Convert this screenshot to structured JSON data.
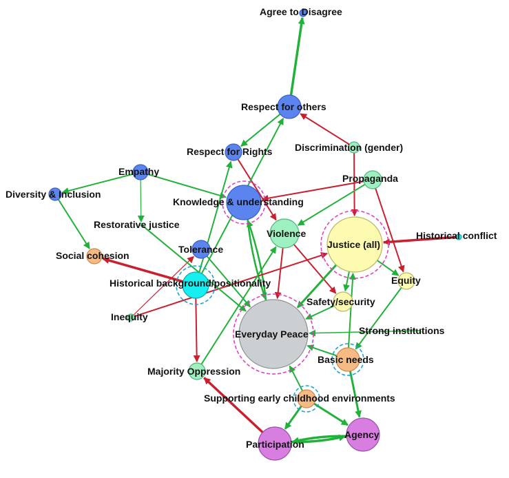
{
  "colors": {
    "green_edge": "#21b13a",
    "red_edge": "#c8202f",
    "blue_node": "#5b84ee",
    "mint_node": "#9ff0c0",
    "yellow_node": "#fdfbb0",
    "cyan_node": "#16eef0",
    "orange_node": "#f6bb85",
    "purple_node": "#d77ee0",
    "gray_node": "#cbcfd2",
    "pink_ring": "#e040c0",
    "teal_ring": "#1ca3d6"
  },
  "nodes": [
    {
      "id": "agree",
      "label": "Agree to Disagree",
      "color": "blue"
    },
    {
      "id": "respect_others",
      "label": "Respect for others",
      "color": "blue"
    },
    {
      "id": "respect_rights",
      "label": "Respect for Rights",
      "color": "blue"
    },
    {
      "id": "discrimination",
      "label": "Discrimination (gender)",
      "color": "mint"
    },
    {
      "id": "empathy",
      "label": "Empathy",
      "color": "blue"
    },
    {
      "id": "propaganda",
      "label": "Propaganda",
      "color": "mint"
    },
    {
      "id": "diversity",
      "label": "Diversity & Inclusion",
      "color": "blue"
    },
    {
      "id": "knowledge",
      "label": "Knowledge & understanding",
      "color": "blue"
    },
    {
      "id": "restorative",
      "label": "Restorative justice",
      "color": "mint"
    },
    {
      "id": "violence",
      "label": "Violence",
      "color": "mint"
    },
    {
      "id": "justice",
      "label": "Justice (all)",
      "color": "yellow"
    },
    {
      "id": "historical_conflict",
      "label": "Historical conflict",
      "color": "cyan"
    },
    {
      "id": "tolerance",
      "label": "Tolerance",
      "color": "blue"
    },
    {
      "id": "social_cohesion",
      "label": "Social cohesion",
      "color": "orange"
    },
    {
      "id": "historical_bg",
      "label": "Historical background/positionality",
      "color": "cyan"
    },
    {
      "id": "equity",
      "label": "Equity",
      "color": "yellow"
    },
    {
      "id": "inequity",
      "label": "Inequity",
      "color": "mint"
    },
    {
      "id": "safety",
      "label": "Safety/security",
      "color": "yellow"
    },
    {
      "id": "everyday_peace",
      "label": "Everyday Peace",
      "color": "gray"
    },
    {
      "id": "strong_institutions",
      "label": "Strong institutions",
      "color": "yellow"
    },
    {
      "id": "basic_needs",
      "label": "Basic needs",
      "color": "orange"
    },
    {
      "id": "majority_oppression",
      "label": "Majority Oppression",
      "color": "mint"
    },
    {
      "id": "early_childhood",
      "label": "Supporting early childhood environments",
      "color": "orange"
    },
    {
      "id": "participation",
      "label": "Participation",
      "color": "purple"
    },
    {
      "id": "agency",
      "label": "Agency",
      "color": "purple"
    }
  ],
  "edges": [
    {
      "from": "respect_others",
      "to": "agree",
      "type": "positive"
    },
    {
      "from": "discrimination",
      "to": "respect_others",
      "type": "negative"
    },
    {
      "from": "respect_others",
      "to": "respect_rights",
      "type": "positive"
    },
    {
      "from": "discrimination",
      "to": "justice",
      "type": "negative"
    },
    {
      "from": "respect_rights",
      "to": "violence",
      "type": "negative"
    },
    {
      "from": "empathy",
      "to": "diversity",
      "type": "positive"
    },
    {
      "from": "empathy",
      "to": "knowledge",
      "type": "positive"
    },
    {
      "from": "empathy",
      "to": "restorative",
      "type": "positive"
    },
    {
      "from": "diversity",
      "to": "social_cohesion",
      "type": "positive"
    },
    {
      "from": "propaganda",
      "to": "knowledge",
      "type": "negative"
    },
    {
      "from": "propaganda",
      "to": "violence",
      "type": "positive"
    },
    {
      "from": "propaganda",
      "to": "equity",
      "type": "negative"
    },
    {
      "from": "historical_conflict",
      "to": "justice",
      "type": "negative"
    },
    {
      "from": "knowledge",
      "to": "everyday_peace",
      "type": "positive"
    },
    {
      "from": "everyday_peace",
      "to": "knowledge",
      "type": "positive"
    },
    {
      "from": "historical_bg",
      "to": "respect_others",
      "type": "positive"
    },
    {
      "from": "historical_bg",
      "to": "respect_rights",
      "type": "positive"
    },
    {
      "from": "historical_bg",
      "to": "social_cohesion",
      "type": "negative"
    },
    {
      "from": "historical_bg",
      "to": "majority_oppression",
      "type": "negative"
    },
    {
      "from": "inequity",
      "to": "tolerance",
      "type": "negative"
    },
    {
      "from": "inequity",
      "to": "justice",
      "type": "negative"
    },
    {
      "from": "restorative",
      "to": "everyday_peace",
      "type": "positive"
    },
    {
      "from": "tolerance",
      "to": "everyday_peace",
      "type": "positive"
    },
    {
      "from": "violence",
      "to": "everyday_peace",
      "type": "negative"
    },
    {
      "from": "violence",
      "to": "safety",
      "type": "negative"
    },
    {
      "from": "justice",
      "to": "everyday_peace",
      "type": "positive"
    },
    {
      "from": "justice",
      "to": "equity",
      "type": "positive"
    },
    {
      "from": "justice",
      "to": "safety",
      "type": "positive"
    },
    {
      "from": "safety",
      "to": "everyday_peace",
      "type": "positive"
    },
    {
      "from": "equity",
      "to": "basic_needs",
      "type": "positive"
    },
    {
      "from": "basic_needs",
      "to": "justice",
      "type": "positive"
    },
    {
      "from": "basic_needs",
      "to": "everyday_peace",
      "type": "positive"
    },
    {
      "from": "basic_needs",
      "to": "agency",
      "type": "positive"
    },
    {
      "from": "strong_institutions",
      "to": "everyday_peace",
      "type": "positive"
    },
    {
      "from": "majority_oppression",
      "to": "violence",
      "type": "positive"
    },
    {
      "from": "early_childhood",
      "to": "everyday_peace",
      "type": "positive"
    },
    {
      "from": "early_childhood",
      "to": "participation",
      "type": "positive"
    },
    {
      "from": "early_childhood",
      "to": "agency",
      "type": "positive"
    },
    {
      "from": "participation",
      "to": "majority_oppression",
      "type": "negative"
    },
    {
      "from": "participation",
      "to": "agency",
      "type": "positive"
    },
    {
      "from": "agency",
      "to": "participation",
      "type": "positive"
    }
  ]
}
